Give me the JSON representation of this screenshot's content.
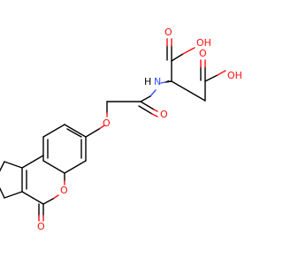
{
  "molecule": {
    "colors": {
      "oxygen": "#ff0d0d",
      "nitrogen": "#3050f8",
      "carbon": "#000000"
    },
    "labels": {
      "acid1_oh": "OH",
      "acid1_o": "O",
      "acid2_oh": "OH",
      "acid2_o": "O",
      "amine_n": "N",
      "amine_h": "H",
      "amide_o": "O",
      "ether_o": "O",
      "ring_o": "O",
      "lactone_o": "O"
    }
  }
}
